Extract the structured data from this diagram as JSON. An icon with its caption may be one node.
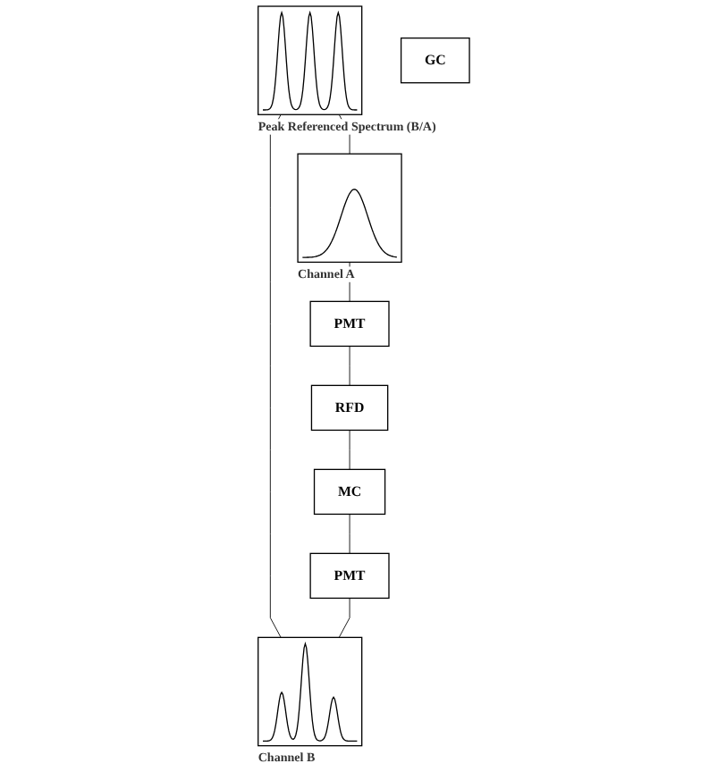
{
  "diagram": {
    "nodes": [
      {
        "text": [],
        "shape": "picture",
        "beside": [
          "Peak Referenced Spectrum (B/A)"
        ]
      },
      {
        "text": [],
        "shape": "picture",
        "beside": [
          "Channel A"
        ]
      },
      {
        "text": [],
        "shape": "picture",
        "beside": [
          "Channel B"
        ]
      },
      {
        "text": [
          "PMT"
        ]
      },
      {
        "text": [
          "RFD"
        ]
      },
      {
        "text": [
          "MC"
        ]
      },
      {
        "text": [
          "PMT"
        ]
      },
      {
        "text": [
          "GC"
        ]
      }
    ],
    "edges": [
      {
        "from": 0,
        "to": 1,
        "arrow": "none"
      },
      {
        "from": 0,
        "to": 2,
        "arrow": "none"
      },
      {
        "from": 1,
        "to": 3,
        "arrow": "none"
      },
      {
        "from": 3,
        "to": 4,
        "arrow": "none"
      },
      {
        "from": 4,
        "to": 5,
        "arrow": "none"
      },
      {
        "from": 5,
        "to": 6,
        "arrow": "none"
      },
      {
        "from": 6,
        "to": 2,
        "arrow": "none"
      }
    ]
  }
}
